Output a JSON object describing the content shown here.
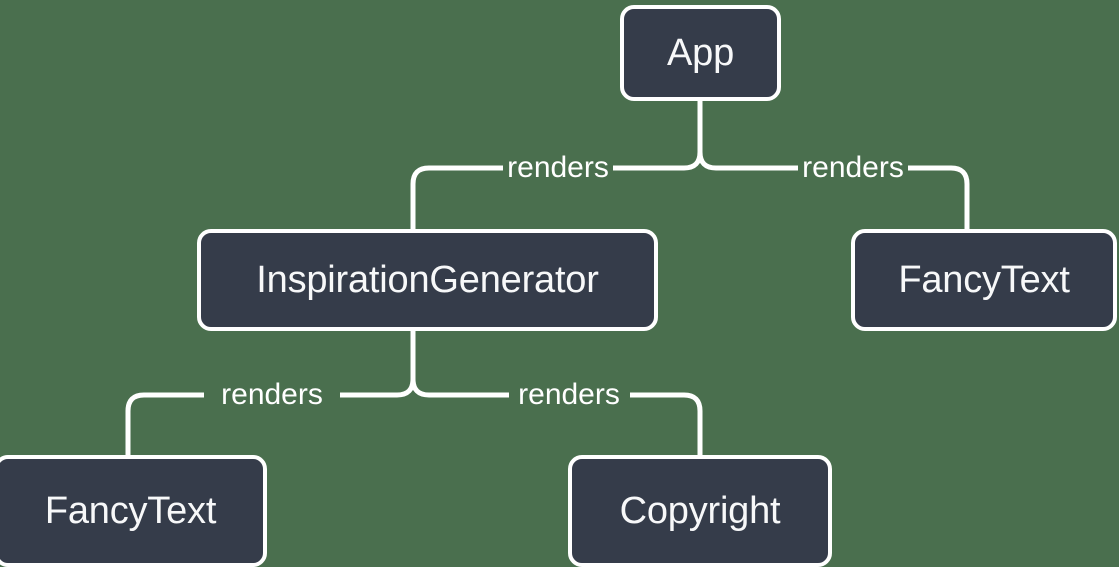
{
  "diagram": {
    "type": "component-render-tree",
    "background_color": "#4a6f4e",
    "node_fill_color": "#353c4a",
    "node_border_color": "#ffffff",
    "wire_color": "#ffffff",
    "text_color": "#f7f8f9",
    "nodes": [
      {
        "id": "app",
        "label": "App"
      },
      {
        "id": "inspiration-generator",
        "label": "InspirationGenerator"
      },
      {
        "id": "fancy-text-right",
        "label": "FancyText"
      },
      {
        "id": "fancy-text-bottom-left",
        "label": "FancyText"
      },
      {
        "id": "copyright",
        "label": "Copyright"
      }
    ],
    "edges": [
      {
        "from": "app",
        "to": "inspiration-generator",
        "label": "renders"
      },
      {
        "from": "app",
        "to": "fancy-text-right",
        "label": "renders"
      },
      {
        "from": "inspiration-generator",
        "to": "fancy-text-bottom-left",
        "label": "renders"
      },
      {
        "from": "inspiration-generator",
        "to": "copyright",
        "label": "renders"
      }
    ]
  }
}
